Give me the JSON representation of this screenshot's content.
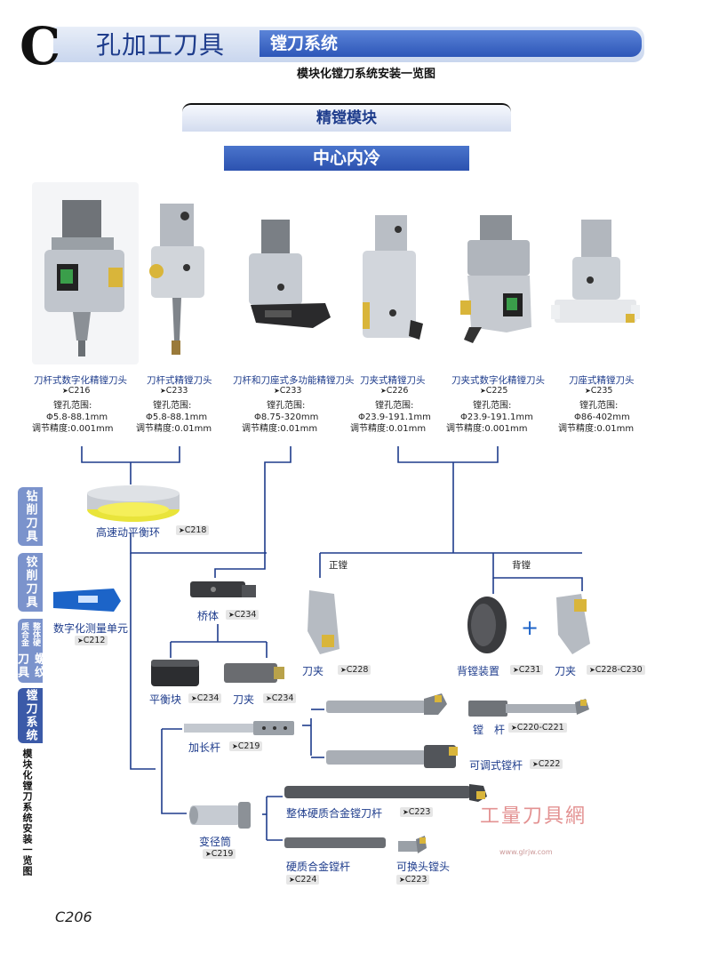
{
  "header": {
    "letter": "C",
    "title": "孔加工刀具",
    "section": "镗刀系统",
    "subtitle": "模块化镗刀系统安装一览图"
  },
  "tabs": {
    "fine": "精镗模块",
    "cooling": "中心内冷"
  },
  "spec_label": "镗孔范围:",
  "precision_label": "调节精度:",
  "products": [
    {
      "name": "刀杆式数字化精镗刀头",
      "ref": "C216",
      "range": "Φ5.8-88.1mm",
      "precision": "0.001mm"
    },
    {
      "name": "刀杆式精镗刀头",
      "ref": "C233",
      "range": "Φ5.8-88.1mm",
      "precision": "0.01mm"
    },
    {
      "name": "刀杆和刀座式多功能精镗刀头",
      "ref": "C233",
      "range": "Φ8.75-320mm",
      "precision": "0.01mm"
    },
    {
      "name": "刀夹式精镗刀头",
      "ref": "C226",
      "range": "Φ23.9-191.1mm",
      "precision": "0.01mm"
    },
    {
      "name": "刀夹式数字化精镗刀头",
      "ref": "C225",
      "range": "Φ23.9-191.1mm",
      "precision": "0.001mm"
    },
    {
      "name": "刀座式精镗刀头",
      "ref": "C235",
      "range": "Φ86-402mm",
      "precision": "0.01mm"
    }
  ],
  "components": {
    "balance_ring": {
      "label": "高速动平衡环",
      "ref": "C218"
    },
    "digital_unit": {
      "label": "数字化测量单元",
      "ref": "C212"
    },
    "bridge": {
      "label": "桥体",
      "ref": "C234"
    },
    "balance_block": {
      "label": "平衡块",
      "ref": "C234"
    },
    "clamp_small": {
      "label": "刀夹",
      "ref": "C234"
    },
    "forward": {
      "label": "正镗"
    },
    "back": {
      "label": "背镗"
    },
    "clamp_fwd": {
      "label": "刀夹",
      "ref": "C228"
    },
    "back_device": {
      "label": "背镗装置",
      "ref": "C231"
    },
    "plus": "+",
    "clamp_back": {
      "label": "刀夹",
      "ref": "C228-C230"
    },
    "extension": {
      "label": "加长杆",
      "ref": "C219"
    },
    "boring_bar": {
      "label": "镗　杆",
      "ref": "C220-C221"
    },
    "adjustable_bar": {
      "label": "可调式镗杆",
      "ref": "C222"
    },
    "reducer": {
      "label": "变径筒",
      "ref": "C219"
    },
    "solid_carbide_bar": {
      "label": "整体硬质合金镗刀杆",
      "ref": "C223"
    },
    "carbide_bar": {
      "label": "硬质合金镗杆",
      "ref": "C224"
    },
    "replaceable_head": {
      "label": "可换头镗头",
      "ref": "C223"
    }
  },
  "side_tabs": [
    "钻削刀具",
    "铰削刀具",
    "螺纹刀具",
    "整体硬质合金",
    "镗刀系统"
  ],
  "side_text": "模块化镗刀系统安装一览图",
  "page_number": "C206",
  "watermark": {
    "text": "工量刀具網",
    "url": "www.glrjw.com"
  },
  "colors": {
    "brand": "#1e3c8c",
    "accent": "#2c52b0",
    "side_tab": "#7b93cc",
    "side_tab_active": "#3b5aa8"
  },
  "icons": [
    "boring-head-icon",
    "balance-ring-icon",
    "measuring-unit-icon",
    "bridge-icon",
    "clamp-icon",
    "boring-bar-icon",
    "reducer-sleeve-icon",
    "plus-icon"
  ]
}
